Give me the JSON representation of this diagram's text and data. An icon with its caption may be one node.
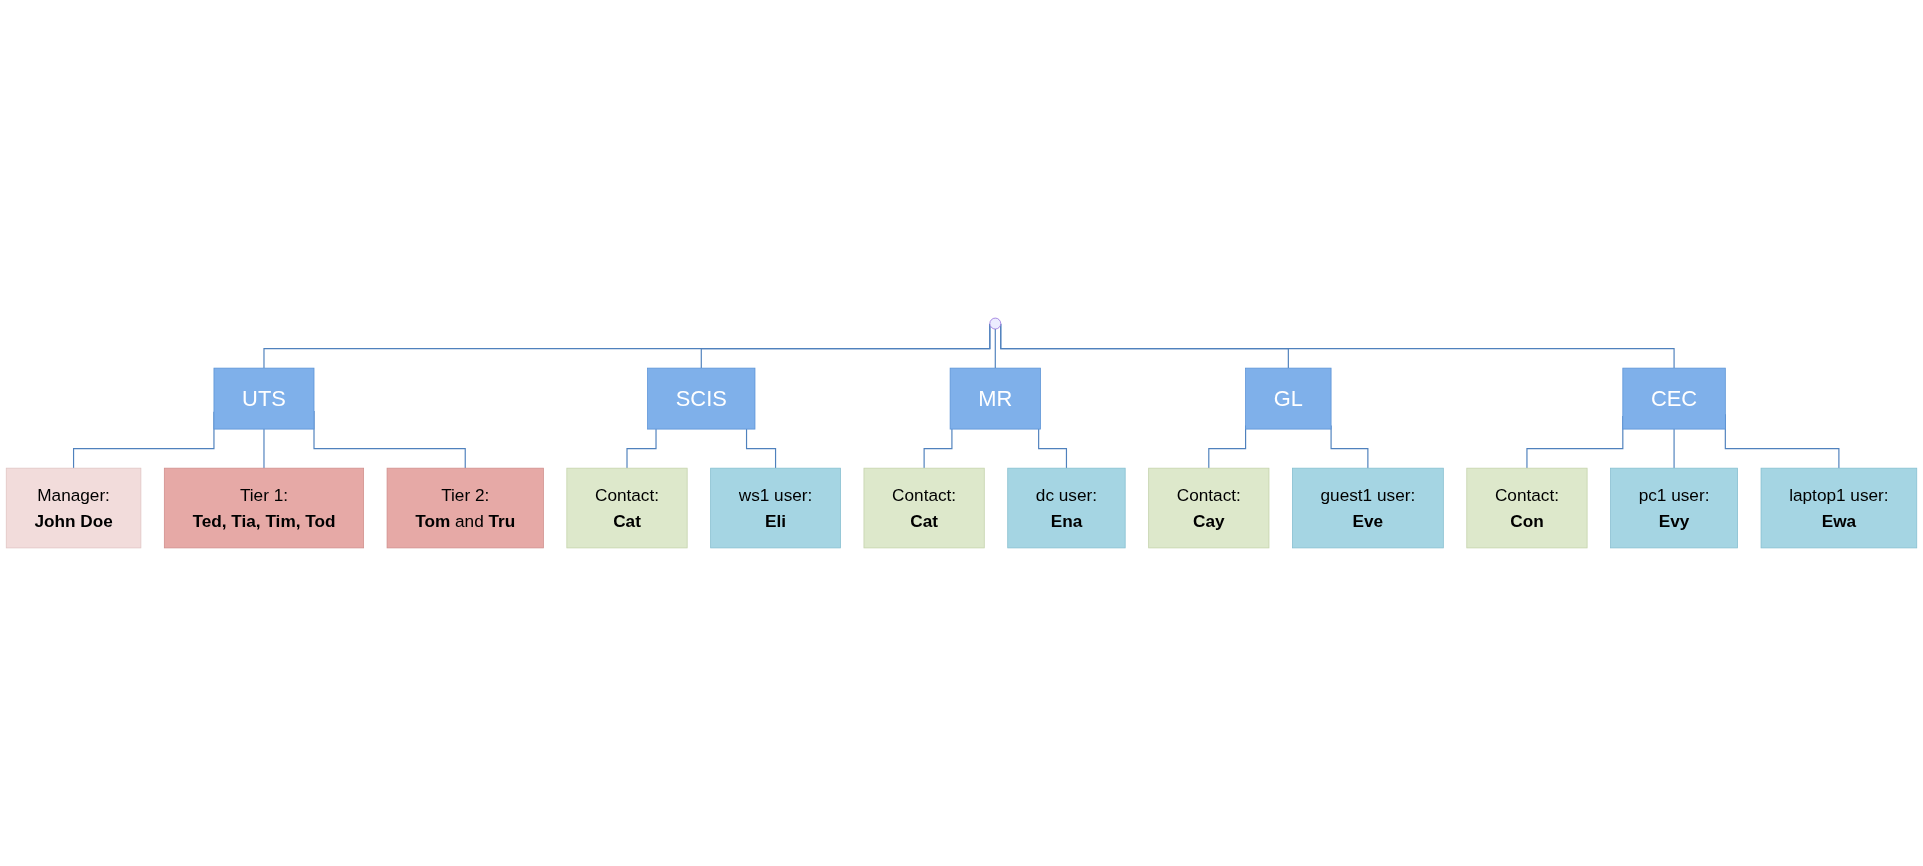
{
  "diagram": {
    "nodes": [
      {
        "text": [
          "UTS"
        ]
      },
      {
        "text": [
          "SCIS"
        ]
      },
      {
        "text": [
          "MR"
        ]
      },
      {
        "text": [
          "GL"
        ]
      },
      {
        "text": [
          "CEC"
        ]
      },
      {
        "text": [
          "Manager:",
          "John Doe"
        ]
      },
      {
        "text": [
          "Contact:",
          "Cat"
        ]
      },
      {
        "text": [
          "Contact:",
          "Cat"
        ]
      },
      {
        "text": [
          "Contact:",
          "Cay"
        ]
      },
      {
        "text": [
          "Contact:",
          "Con"
        ]
      },
      {
        "text": [
          "Tier 1:",
          "Ted, Tia, Tim, Tod"
        ]
      },
      {
        "text": [
          "ws1 user:",
          "Eli"
        ]
      },
      {
        "text": [
          "dc user:",
          "Ena"
        ]
      },
      {
        "text": [
          "guest1 user:",
          "Eve"
        ]
      },
      {
        "text": [
          "pc1 user:",
          "Evy"
        ]
      },
      {
        "text": [
          "Tier 2:",
          "**Tom** and **Tru**"
        ]
      },
      {
        "text": [
          "laptop1 user:",
          "Ewa"
        ]
      }
    ],
    "edges": [
      {
        "from": null,
        "to": 0,
        "arrow": "none"
      },
      {
        "from": null,
        "to": 1,
        "arrow": "none"
      },
      {
        "from": null,
        "to": 2,
        "arrow": "none"
      },
      {
        "from": null,
        "to": 3,
        "arrow": "none"
      },
      {
        "from": null,
        "to": 4,
        "arrow": "none"
      },
      {
        "from": 0,
        "to": 5,
        "arrow": "none"
      },
      {
        "from": 0,
        "to": 10,
        "arrow": "none"
      },
      {
        "from": 0,
        "to": 15,
        "arrow": "none"
      },
      {
        "from": 1,
        "to": 6,
        "arrow": "none"
      },
      {
        "from": 1,
        "to": 11,
        "arrow": "none"
      },
      {
        "from": 2,
        "to": 7,
        "arrow": "none"
      },
      {
        "from": 2,
        "to": 12,
        "arrow": "none"
      },
      {
        "from": 3,
        "to": 8,
        "arrow": "none"
      },
      {
        "from": 3,
        "to": 13,
        "arrow": "none"
      },
      {
        "from": 4,
        "to": 9,
        "arrow": "none"
      },
      {
        "from": 4,
        "to": 14,
        "arrow": "none"
      },
      {
        "from": 4,
        "to": 16,
        "arrow": "none"
      }
    ]
  }
}
